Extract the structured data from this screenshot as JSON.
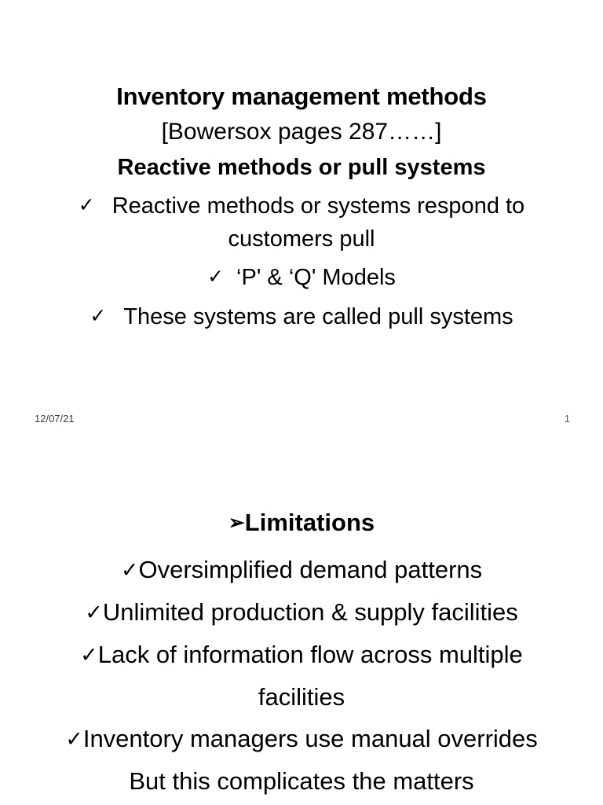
{
  "slide1": {
    "title_main": "Inventory management methods",
    "title_sub": "[Bowersox pages 287……]",
    "title_third": "Reactive methods or pull systems",
    "bullets": [
      {
        "tick": "✓",
        "text": "Reactive methods or systems respond to",
        "continuation": "customers pull"
      },
      {
        "tick": "✓",
        "text": "‘P' & ‘Q' Models",
        "continuation": ""
      },
      {
        "tick": "✓",
        "text": "These systems are called pull systems",
        "continuation": ""
      }
    ],
    "footer": {
      "date": "12/07/21",
      "page_number": "1"
    }
  },
  "slide2": {
    "heading_bullet": "➢",
    "heading": "Limitations",
    "bullets": [
      {
        "tick": "✓",
        "text": "Oversimplified demand patterns",
        "continuation": ""
      },
      {
        "tick": "✓",
        "text": "Unlimited production & supply facilities",
        "continuation": ""
      },
      {
        "tick": "✓",
        "text": "Lack of information flow across multiple",
        "continuation": "facilities"
      },
      {
        "tick": "✓",
        "text": "Inventory managers use manual overrides",
        "continuation": "But this complicates the matters"
      }
    ]
  }
}
